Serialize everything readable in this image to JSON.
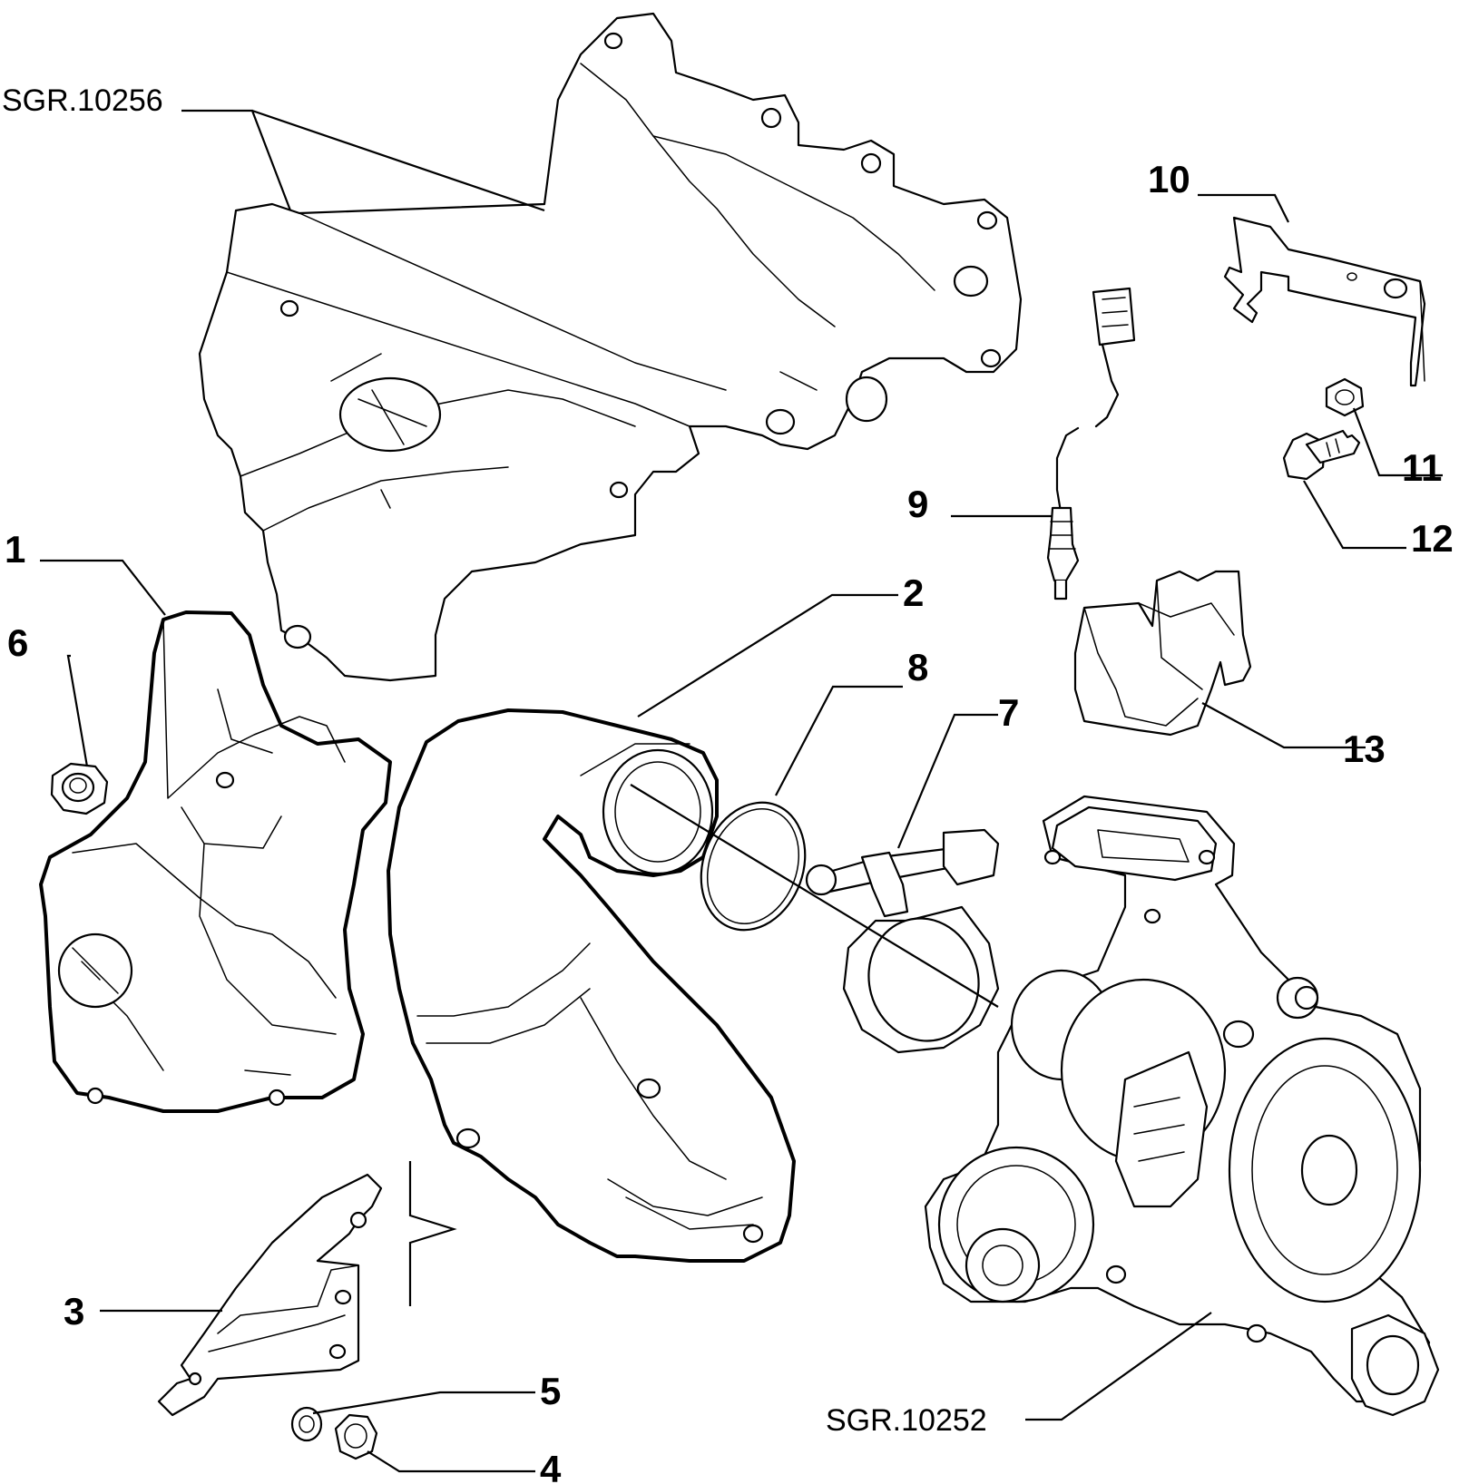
{
  "references": {
    "exhaust_manifold": "SGR.10256",
    "turbocharger": "SGR.10252"
  },
  "callouts": [
    "1",
    "2",
    "3",
    "4",
    "5",
    "6",
    "7",
    "8",
    "9",
    "10",
    "11",
    "12",
    "13"
  ]
}
